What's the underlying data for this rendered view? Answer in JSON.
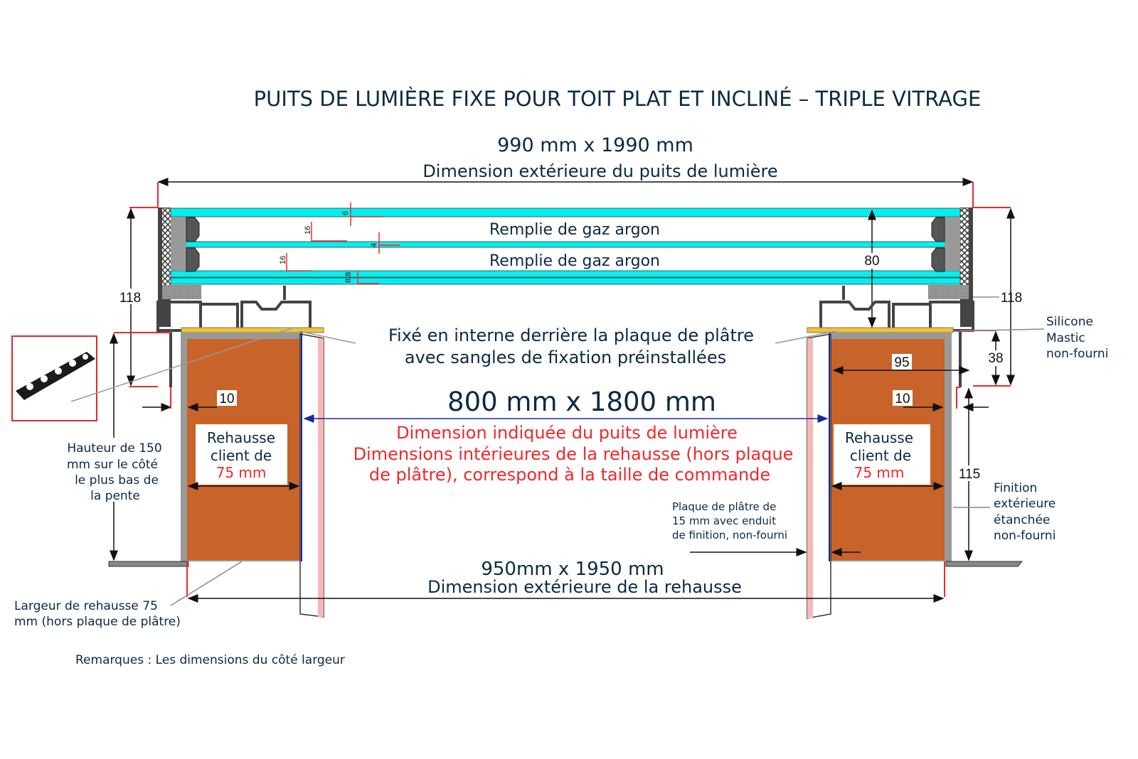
{
  "title": "PUITS DE LUMIÈRE FIXE POUR TOIT PLAT ET INCLINÉ – TRIPLE VITRAGE",
  "top_dimension": {
    "size": "990 mm x 1990 mm",
    "label": "Dimension extérieure du puits de lumière"
  },
  "glass": {
    "gas_upper": "Remplie de gaz argon",
    "gas_lower": "Remplie de gaz argon",
    "dims": {
      "pane1": "6",
      "gap1": "16",
      "pane2": "4",
      "gap2": "16",
      "pane3": "8.8",
      "total": "80"
    }
  },
  "dims": {
    "left_height": "118",
    "right_height": "118",
    "d38": "38",
    "d95": "95",
    "d10_left": "10",
    "d10_right": "10",
    "d115": "115"
  },
  "fixation": {
    "line1": "Fixé en interne derrière la plaque de plâtre",
    "line2": "avec sangles de fixation préinstallées"
  },
  "inner_dimension": {
    "size": "800 mm x 1800 mm",
    "line1": "Dimension indiquée du puits de lumière",
    "line2": "Dimensions intérieures de la rehausse (hors plaque",
    "line3": "de plâtre), correspond à la taille de commande"
  },
  "rehausse_left": {
    "line1": "Rehausse",
    "line2": "client de",
    "line3": "75 mm"
  },
  "rehausse_right": {
    "line1": "Rehausse",
    "line2": "client de",
    "line3": "75 mm"
  },
  "hauteur": [
    "Hauteur de 150",
    "mm sur le côté",
    "le plus bas de",
    "la pente"
  ],
  "silicone": [
    "Silicone",
    "Mastic",
    "non-fourni"
  ],
  "finition": [
    "Finition",
    "extérieure",
    "étanchée",
    "non-fourni"
  ],
  "plaque": [
    "Plaque de plâtre de",
    "15 mm avec enduit",
    "de finition, non-fourni"
  ],
  "bottom_dimension": {
    "size": "950mm x 1950 mm",
    "label": "Dimension extérieure de la rehausse"
  },
  "largeur": [
    "Largeur de rehausse 75",
    "mm (hors plaque de plâtre)"
  ],
  "remark": "Remarques : Les dimensions du côté largeur",
  "colors": {
    "glass": "#00f0f0",
    "rehausse": "#c8632a",
    "frame": "#555555",
    "red": "#f0282a",
    "blue": "#1a2a9a",
    "text": "#0b2a45"
  }
}
